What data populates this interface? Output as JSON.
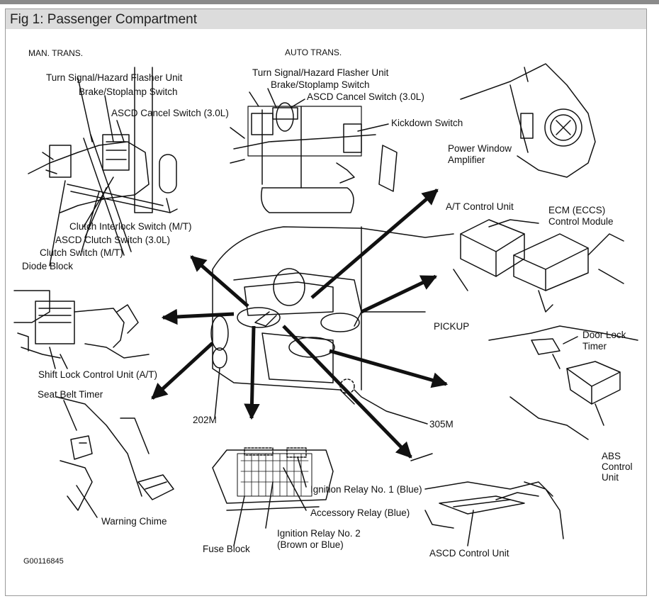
{
  "figure": {
    "title": "Fig 1: Passenger Compartment",
    "image_id": "G00116845"
  },
  "sections": {
    "man_trans": "MAN. TRANS.",
    "auto_trans": "AUTO TRANS.",
    "pickup": "PICKUP"
  },
  "labels": {
    "mt_turn_signal": "Turn Signal/Hazard Flasher Unit",
    "mt_brake": "Brake/Stoplamp Switch",
    "mt_ascd_cancel": "ASCD Cancel Switch (3.0L)",
    "clutch_interlock": "Clutch Interlock Switch (M/T)",
    "ascd_clutch": "ASCD Clutch Switch (3.0L)",
    "clutch_switch": "Clutch Switch (M/T)",
    "diode_block": "Diode Block",
    "at_turn_signal": "Turn Signal/Hazard Flasher Unit",
    "at_brake": "Brake/Stoplamp Switch",
    "at_ascd_cancel": "ASCD Cancel Switch (3.0L)",
    "kickdown": "Kickdown Switch",
    "power_window_1": "Power Window",
    "power_window_2": "Amplifier",
    "at_control_unit": "A/T Control Unit",
    "ecm_1": "ECM (ECCS)",
    "ecm_2": "Control Module",
    "shift_lock": "Shift Lock Control Unit (A/T)",
    "seat_belt_timer": "Seat Belt Timer",
    "connector_202m": "202M",
    "connector_305m": "305M",
    "door_lock_1": "Door Lock",
    "door_lock_2": "Timer",
    "abs_1": "ABS",
    "abs_2": "Control",
    "abs_3": "Unit",
    "warning_chime": "Warning Chime",
    "ign_relay_1": "Ignition Relay No. 1 (Blue)",
    "accessory_relay": "Accessory Relay (Blue)",
    "ign_relay_2a": "Ignition Relay No. 2",
    "ign_relay_2b": "(Brown or Blue)",
    "fuse_block": "Fuse Block",
    "ascd_control": "ASCD Control Unit"
  }
}
